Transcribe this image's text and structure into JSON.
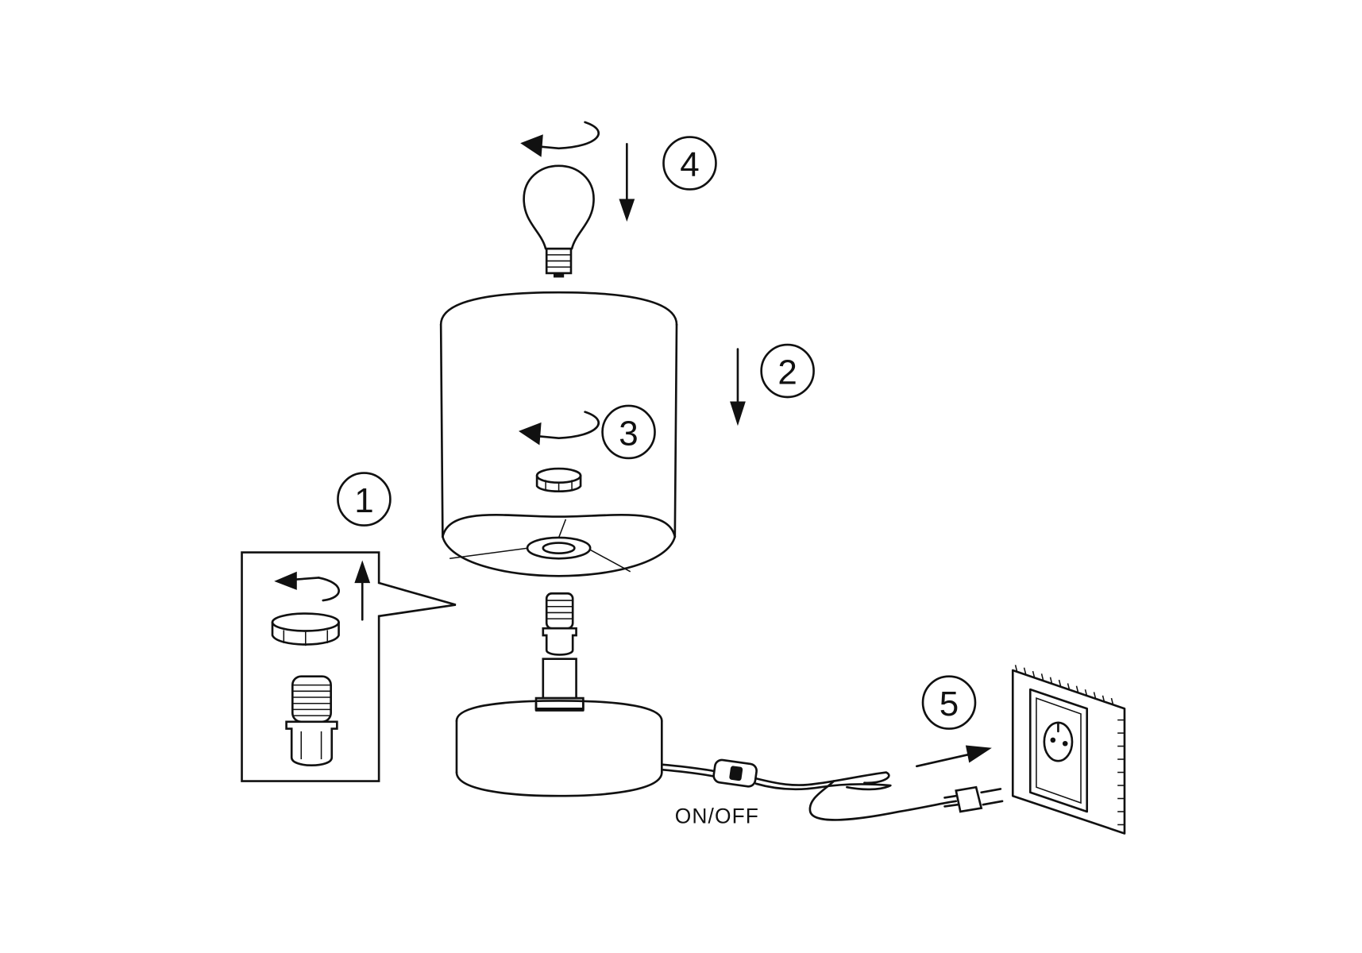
{
  "steps": [
    "1",
    "2",
    "3",
    "4",
    "5"
  ],
  "switch_label": "ON/OFF",
  "colors": {
    "ink": "#111111",
    "background": "#ffffff"
  }
}
